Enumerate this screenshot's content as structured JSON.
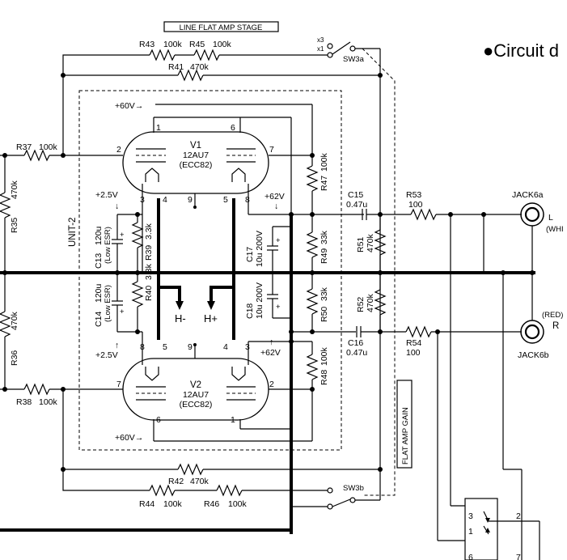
{
  "titles": {
    "stage": "LINE FLAT AMP STAGE",
    "circuit": "●Circuit d",
    "unit": "UNIT-2",
    "gain": "FLAT AMP GAIN"
  },
  "tubes": {
    "v1": {
      "name": "V1",
      "type": "12AU7",
      "alt": "(ECC82)"
    },
    "v2": {
      "name": "V2",
      "type": "12AU7",
      "alt": "(ECC82)"
    }
  },
  "pins": {
    "v1": [
      "1",
      "6",
      "2",
      "7",
      "3",
      "4",
      "9",
      "5",
      "8"
    ],
    "v2": [
      "8",
      "5",
      "9",
      "4",
      "3",
      "7",
      "2",
      "6",
      "1"
    ]
  },
  "resistors": {
    "r43": {
      "ref": "R43",
      "val": "100k"
    },
    "r45": {
      "ref": "R45",
      "val": "100k"
    },
    "r41": {
      "ref": "R41",
      "val": "470k"
    },
    "r37": {
      "ref": "R37",
      "val": "100k"
    },
    "r35": {
      "ref": "R35",
      "val": "470k"
    },
    "r47": {
      "ref": "R47",
      "val": "100k"
    },
    "r39": {
      "ref": "R39",
      "val": "3.3k"
    },
    "r40": {
      "ref": "R40",
      "val": "3.3k"
    },
    "r49": {
      "ref": "R49",
      "val": "33k"
    },
    "r50": {
      "ref": "R50",
      "val": "33k"
    },
    "r51": {
      "ref": "R51",
      "val": "470k"
    },
    "r52": {
      "ref": "R52",
      "val": "470k"
    },
    "r53": {
      "ref": "R53",
      "val": "100"
    },
    "r54": {
      "ref": "R54",
      "val": "100"
    },
    "r36": {
      "ref": "R36",
      "val": "470k"
    },
    "r38": {
      "ref": "R38",
      "val": "100k"
    },
    "r48": {
      "ref": "R48",
      "val": "100k"
    },
    "r42": {
      "ref": "R42",
      "val": "470k"
    },
    "r44": {
      "ref": "R44",
      "val": "100k"
    },
    "r46": {
      "ref": "R46",
      "val": "100k"
    }
  },
  "capacitors": {
    "c13": {
      "ref": "C13",
      "val": "120u",
      "note": "(Low ESR)"
    },
    "c14": {
      "ref": "C14",
      "val": "120u",
      "note": "(Low ESR)"
    },
    "c17": {
      "ref": "C17",
      "val": "10u 200V"
    },
    "c18": {
      "ref": "C18",
      "val": "10u 200V"
    },
    "c15": {
      "ref": "C15",
      "val": "0.47u"
    },
    "c16": {
      "ref": "C16",
      "val": "0.47u"
    }
  },
  "voltages": {
    "v60_top": "+60V→",
    "v60_bot": "+60V→",
    "v25_top": "+2.5V",
    "v25_bot": "+2.5V",
    "v62_top": "+62V",
    "v62_bot": "+62V"
  },
  "heaters": {
    "minus": "H-",
    "plus": "H+"
  },
  "switches": {
    "sw3a": "SW3a",
    "sw3b": "SW3b",
    "x3": "x3",
    "x1": "x1"
  },
  "jacks": {
    "a": "JACK6a",
    "b": "JACK6b",
    "L": "L",
    "white": "(WHI",
    "R": "R",
    "red": "(RED)"
  },
  "relay": {
    "p3": "3",
    "p2": "2",
    "p1": "1",
    "p6": "6",
    "p7": "7"
  }
}
